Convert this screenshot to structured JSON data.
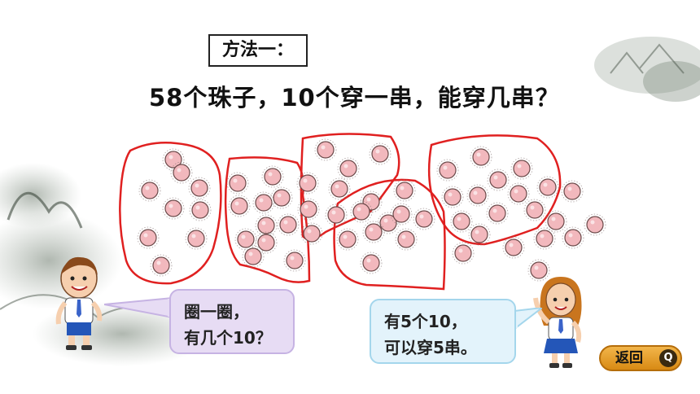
{
  "method_label": "方法一：",
  "question": "58个珠子，10个穿一串，能穿几串？",
  "bubble_left": {
    "line1": "圈一圈，",
    "line2": "有几个10？"
  },
  "bubble_right": {
    "line1": "有5个10，",
    "line2": "可以穿5串。"
  },
  "back_button": {
    "label": "返回",
    "icon": "Q"
  },
  "colors": {
    "bead_fill": "#f2b8bd",
    "bead_stroke": "#6b4a4a",
    "circle_ink": "#e02020",
    "back_button": "#e9a032"
  },
  "icons": [
    "bead-icon",
    "boy-icon",
    "girl-icon",
    "back-icon"
  ]
}
